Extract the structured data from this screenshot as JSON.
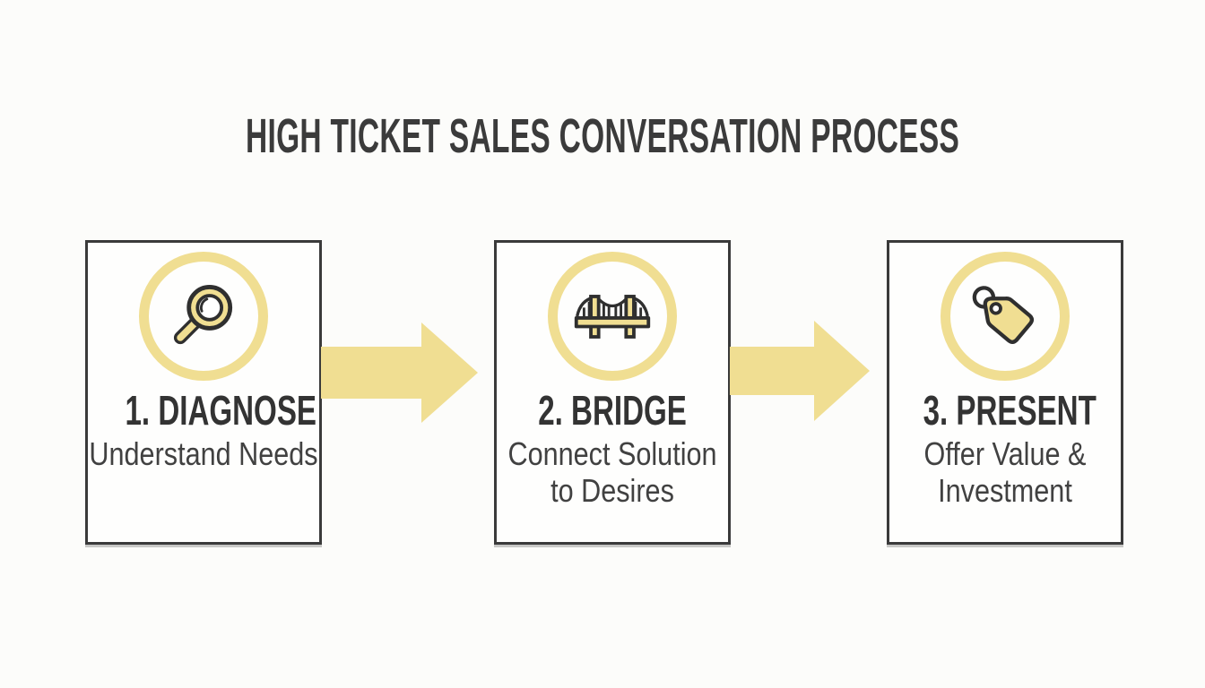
{
  "title": "HIGH TICKET SALES CONVERSATION PROCESS",
  "steps": [
    {
      "label": "1. DIAGNOSE",
      "sublabel": "Understand Needs",
      "icon": "magnifier-icon"
    },
    {
      "label": "2. BRIDGE",
      "sublabel": "Connect Solution to Desires",
      "icon": "bridge-icon"
    },
    {
      "label": "3. PRESENT",
      "sublabel": "Offer Value & Investment",
      "icon": "price-tag-icon"
    }
  ],
  "connectors": [
    {
      "icon": "arrow-right-icon",
      "direction": "right"
    },
    {
      "icon": "arrow-right-icon",
      "direction": "right"
    }
  ],
  "colors": {
    "accent": "#F0DE92",
    "outline": "#2F2F2F",
    "box_border": "#3A3A3A",
    "text": "#3B3B3B",
    "background": "#FCFCFA"
  }
}
